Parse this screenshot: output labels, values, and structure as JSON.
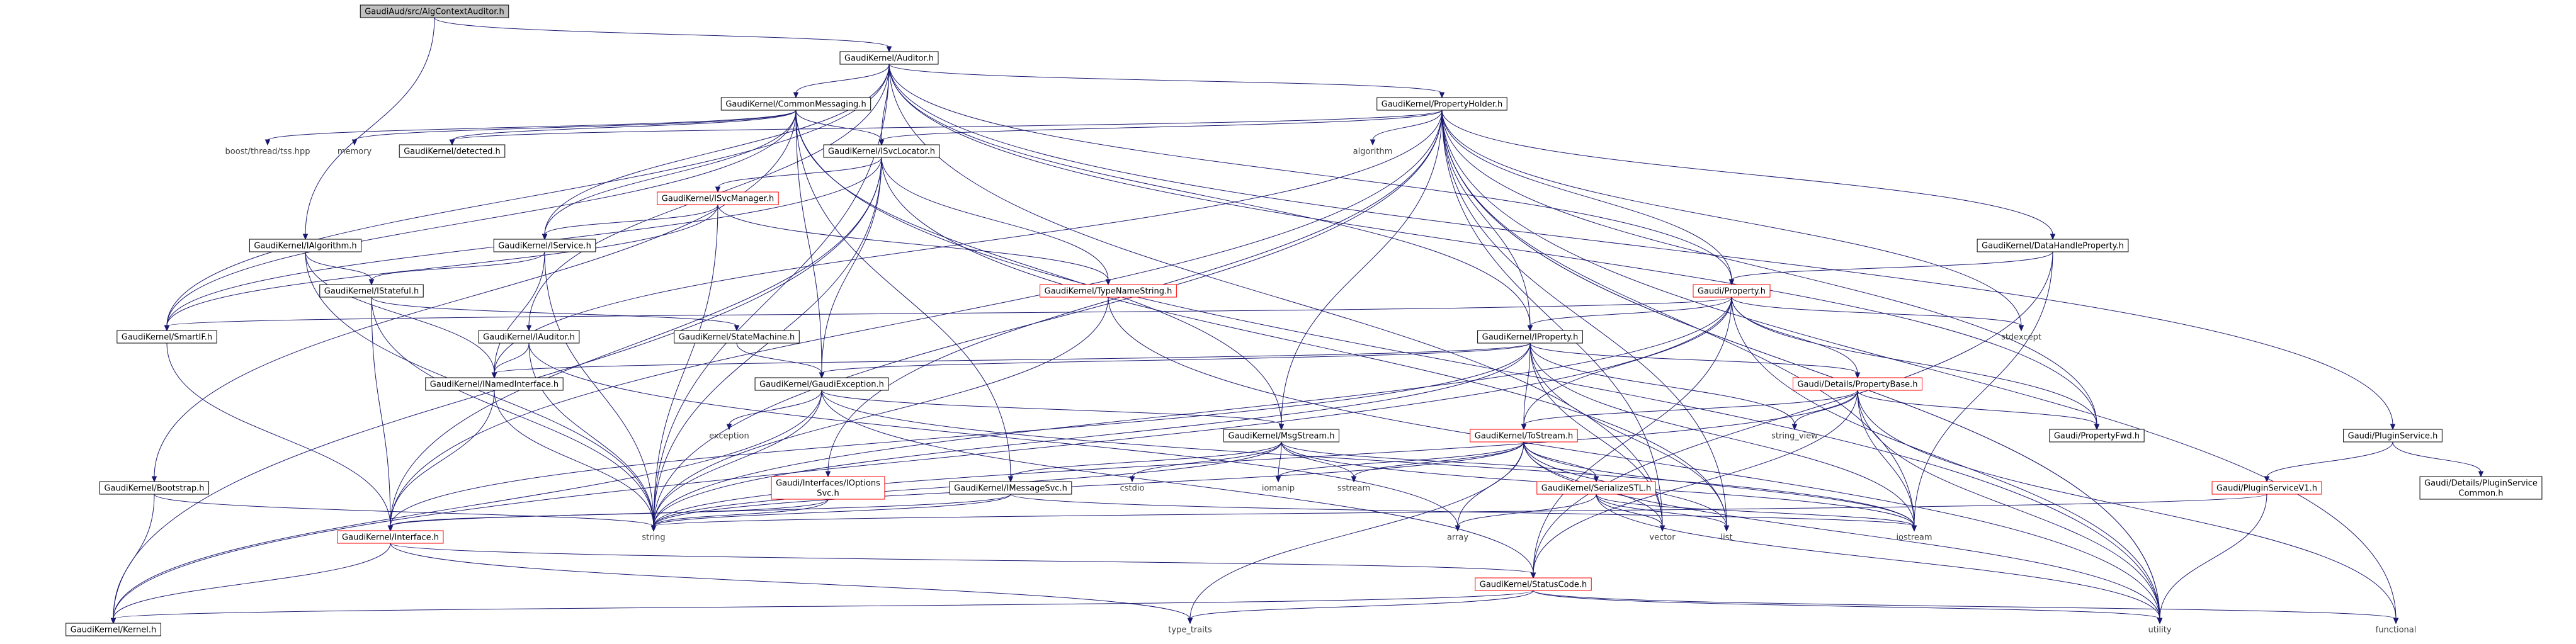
{
  "colors": {
    "edge": "#191970",
    "root_fill": "#bfbfbf",
    "node_border": "#000000",
    "link_border": "#ff0000",
    "external_text": "#404040",
    "text": "#000000",
    "background": "#ffffff"
  },
  "nodes": [
    {
      "id": "root",
      "label": "GaudiAud/src/AlgContextAuditor.h",
      "kind": "root"
    },
    {
      "id": "auditor",
      "label": "GaudiKernel/Auditor.h",
      "kind": "header"
    },
    {
      "id": "commonmsg",
      "label": "GaudiKernel/CommonMessaging.h",
      "kind": "header"
    },
    {
      "id": "propholder",
      "label": "GaudiKernel/PropertyHolder.h",
      "kind": "header"
    },
    {
      "id": "boostthread",
      "label": "boost/thread/tss.hpp",
      "kind": "external"
    },
    {
      "id": "memory",
      "label": "memory",
      "kind": "external"
    },
    {
      "id": "detected",
      "label": "GaudiKernel/detected.h",
      "kind": "header"
    },
    {
      "id": "isvclocator",
      "label": "GaudiKernel/ISvcLocator.h",
      "kind": "header"
    },
    {
      "id": "algorithm",
      "label": "algorithm",
      "kind": "external"
    },
    {
      "id": "isvcmanager",
      "label": "GaudiKernel/ISvcManager.h",
      "kind": "truncated"
    },
    {
      "id": "ialgorithm",
      "label": "GaudiKernel/IAlgorithm.h",
      "kind": "header"
    },
    {
      "id": "iservice",
      "label": "GaudiKernel/IService.h",
      "kind": "header"
    },
    {
      "id": "istateful",
      "label": "GaudiKernel/IStateful.h",
      "kind": "header"
    },
    {
      "id": "datahandleprop",
      "label": "GaudiKernel/DataHandleProperty.h",
      "kind": "header"
    },
    {
      "id": "gaudiprop",
      "label": "Gaudi/Property.h",
      "kind": "truncated"
    },
    {
      "id": "typenamestring",
      "label": "GaudiKernel/TypeNameString.h",
      "kind": "truncated"
    },
    {
      "id": "smartif",
      "label": "GaudiKernel/SmartIF.h",
      "kind": "header"
    },
    {
      "id": "iauditor",
      "label": "GaudiKernel/IAuditor.h",
      "kind": "header"
    },
    {
      "id": "statemachine",
      "label": "GaudiKernel/StateMachine.h",
      "kind": "header"
    },
    {
      "id": "iproperty",
      "label": "GaudiKernel/IProperty.h",
      "kind": "header"
    },
    {
      "id": "stdexcept",
      "label": "stdexcept",
      "kind": "external"
    },
    {
      "id": "inamedinterface",
      "label": "GaudiKernel/INamedInterface.h",
      "kind": "header"
    },
    {
      "id": "gaudiexception",
      "label": "GaudiKernel/GaudiException.h",
      "kind": "header"
    },
    {
      "id": "propertybase",
      "label": "Gaudi/Details/PropertyBase.h",
      "kind": "truncated"
    },
    {
      "id": "pluginservice",
      "label": "Gaudi/PluginService.h",
      "kind": "header"
    },
    {
      "id": "stringview",
      "label": "string_view",
      "kind": "external"
    },
    {
      "id": "propertyfwd",
      "label": "Gaudi/PropertyFwd.h",
      "kind": "header"
    },
    {
      "id": "pluginsvccommon",
      "label": "Gaudi/Details/PluginService\nCommon.h",
      "kind": "header"
    },
    {
      "id": "exception",
      "label": "exception",
      "kind": "external"
    },
    {
      "id": "msgstream",
      "label": "GaudiKernel/MsgStream.h",
      "kind": "header"
    },
    {
      "id": "tostream",
      "label": "GaudiKernel/ToStream.h",
      "kind": "truncated"
    },
    {
      "id": "pluginservicev1",
      "label": "Gaudi/PluginServiceV1.h",
      "kind": "truncated"
    },
    {
      "id": "bootstrap",
      "label": "GaudiKernel/Bootstrap.h",
      "kind": "header"
    },
    {
      "id": "ioptionssvc",
      "label": "Gaudi/Interfaces/IOptions\nSvc.h",
      "kind": "truncated"
    },
    {
      "id": "imessagesvc",
      "label": "GaudiKernel/IMessageSvc.h",
      "kind": "header"
    },
    {
      "id": "cstdio",
      "label": "cstdio",
      "kind": "external"
    },
    {
      "id": "iomanip",
      "label": "iomanip",
      "kind": "external"
    },
    {
      "id": "sstream",
      "label": "sstream",
      "kind": "external"
    },
    {
      "id": "serializestl",
      "label": "GaudiKernel/SerializeSTL.h",
      "kind": "truncated"
    },
    {
      "id": "interface",
      "label": "GaudiKernel/Interface.h",
      "kind": "truncated"
    },
    {
      "id": "string",
      "label": "string",
      "kind": "external"
    },
    {
      "id": "array",
      "label": "array",
      "kind": "external"
    },
    {
      "id": "vector",
      "label": "vector",
      "kind": "external"
    },
    {
      "id": "list",
      "label": "list",
      "kind": "external"
    },
    {
      "id": "iostream",
      "label": "iostream",
      "kind": "external"
    },
    {
      "id": "statuscode",
      "label": "GaudiKernel/StatusCode.h",
      "kind": "truncated"
    },
    {
      "id": "kernel",
      "label": "GaudiKernel/Kernel.h",
      "kind": "header"
    },
    {
      "id": "typetraits",
      "label": "type_traits",
      "kind": "external"
    },
    {
      "id": "utility",
      "label": "utility",
      "kind": "external"
    },
    {
      "id": "functional",
      "label": "functional",
      "kind": "external"
    }
  ],
  "edges": [
    [
      "root",
      "auditor"
    ],
    [
      "root",
      "ialgorithm"
    ],
    [
      "auditor",
      "commonmsg"
    ],
    [
      "auditor",
      "propholder"
    ],
    [
      "auditor",
      "isvclocator"
    ],
    [
      "auditor",
      "iservice"
    ],
    [
      "auditor",
      "iauditor"
    ],
    [
      "auditor",
      "iproperty"
    ],
    [
      "auditor",
      "gaudiprop"
    ],
    [
      "auditor",
      "smartif"
    ],
    [
      "auditor",
      "string"
    ],
    [
      "auditor",
      "vector"
    ],
    [
      "auditor",
      "propertyfwd"
    ],
    [
      "auditor",
      "pluginservice"
    ],
    [
      "commonmsg",
      "boostthread"
    ],
    [
      "commonmsg",
      "memory"
    ],
    [
      "commonmsg",
      "detected"
    ],
    [
      "commonmsg",
      "isvclocator"
    ],
    [
      "commonmsg",
      "iservice"
    ],
    [
      "commonmsg",
      "smartif"
    ],
    [
      "commonmsg",
      "msgstream"
    ],
    [
      "commonmsg",
      "imessagesvc"
    ],
    [
      "commonmsg",
      "gaudiexception"
    ],
    [
      "commonmsg",
      "utility"
    ],
    [
      "propholder",
      "isvclocator"
    ],
    [
      "propholder",
      "detected"
    ],
    [
      "propholder",
      "algorithm"
    ],
    [
      "propholder",
      "datahandleprop"
    ],
    [
      "propholder",
      "gaudiprop"
    ],
    [
      "propholder",
      "iproperty"
    ],
    [
      "propholder",
      "inamedinterface"
    ],
    [
      "propholder",
      "ioptionssvc"
    ],
    [
      "propholder",
      "msgstream"
    ],
    [
      "propholder",
      "stdexcept"
    ],
    [
      "propholder",
      "string"
    ],
    [
      "propholder",
      "vector"
    ],
    [
      "propholder",
      "list"
    ],
    [
      "propholder",
      "iostream"
    ],
    [
      "propholder",
      "utility"
    ],
    [
      "propholder",
      "functional"
    ],
    [
      "propholder",
      "propertyfwd"
    ],
    [
      "propholder",
      "interface"
    ],
    [
      "isvclocator",
      "isvcmanager"
    ],
    [
      "isvclocator",
      "typenamestring"
    ],
    [
      "isvclocator",
      "gaudiexception"
    ],
    [
      "isvclocator",
      "interface"
    ],
    [
      "isvclocator",
      "smartif"
    ],
    [
      "isvclocator",
      "string"
    ],
    [
      "isvclocator",
      "list"
    ],
    [
      "isvclocator",
      "kernel"
    ],
    [
      "isvcmanager",
      "iservice"
    ],
    [
      "isvcmanager",
      "smartif"
    ],
    [
      "isvcmanager",
      "typenamestring"
    ],
    [
      "isvcmanager",
      "string"
    ],
    [
      "ialgorithm",
      "istateful"
    ],
    [
      "ialgorithm",
      "inamedinterface"
    ],
    [
      "ialgorithm",
      "string"
    ],
    [
      "iservice",
      "istateful"
    ],
    [
      "iservice",
      "inamedinterface"
    ],
    [
      "iservice",
      "string"
    ],
    [
      "istateful",
      "statemachine"
    ],
    [
      "istateful",
      "interface"
    ],
    [
      "istateful",
      "string"
    ],
    [
      "datahandleprop",
      "gaudiprop"
    ],
    [
      "datahandleprop",
      "iostream"
    ],
    [
      "datahandleprop",
      "statuscode"
    ],
    [
      "gaudiprop",
      "propertybase"
    ],
    [
      "gaudiprop",
      "tostream"
    ],
    [
      "gaudiprop",
      "iproperty"
    ],
    [
      "gaudiprop",
      "smartif"
    ],
    [
      "gaudiprop",
      "stdexcept"
    ],
    [
      "gaudiprop",
      "string_view"
    ],
    [
      "gaudiprop",
      "propertyfwd"
    ],
    [
      "gaudiprop",
      "string"
    ],
    [
      "gaudiprop",
      "utility"
    ],
    [
      "gaudiprop",
      "kernel"
    ],
    [
      "gaudiprop",
      "statuscode"
    ],
    [
      "typenamestring",
      "string"
    ],
    [
      "typenamestring",
      "utility"
    ],
    [
      "smartif",
      "interface"
    ],
    [
      "iauditor",
      "inamedinterface"
    ],
    [
      "iauditor",
      "string"
    ],
    [
      "iauditor",
      "array"
    ],
    [
      "statemachine",
      "gaudiexception"
    ],
    [
      "iproperty",
      "inamedinterface"
    ],
    [
      "iproperty",
      "gaudiexception"
    ],
    [
      "iproperty",
      "propertybase"
    ],
    [
      "iproperty",
      "tostream"
    ],
    [
      "iproperty",
      "interface"
    ],
    [
      "iproperty",
      "stringview"
    ],
    [
      "iproperty",
      "string"
    ],
    [
      "iproperty",
      "vector"
    ],
    [
      "iproperty",
      "list"
    ],
    [
      "iproperty",
      "iostream"
    ],
    [
      "inamedinterface",
      "interface"
    ],
    [
      "inamedinterface",
      "string"
    ],
    [
      "gaudiexception",
      "exception"
    ],
    [
      "gaudiexception",
      "msgstream"
    ],
    [
      "gaudiexception",
      "string"
    ],
    [
      "gaudiexception",
      "iostream"
    ],
    [
      "gaudiexception",
      "kernel"
    ],
    [
      "gaudiexception",
      "statuscode"
    ],
    [
      "propertybase",
      "stringview"
    ],
    [
      "propertybase",
      "propertyfwd"
    ],
    [
      "propertybase",
      "tostream"
    ],
    [
      "propertybase",
      "string"
    ],
    [
      "propertybase",
      "iostream"
    ],
    [
      "propertybase",
      "utility"
    ],
    [
      "propertybase",
      "functional"
    ],
    [
      "propertybase",
      "statuscode"
    ],
    [
      "pluginservice",
      "pluginsvccommon"
    ],
    [
      "pluginservice",
      "pluginservicev1"
    ],
    [
      "msgstream",
      "imessagesvc"
    ],
    [
      "msgstream",
      "serializestl"
    ],
    [
      "msgstream",
      "cstdio"
    ],
    [
      "msgstream",
      "iomanip"
    ],
    [
      "msgstream",
      "sstream"
    ],
    [
      "msgstream",
      "string"
    ],
    [
      "msgstream",
      "iostream"
    ],
    [
      "tostream",
      "serializestl"
    ],
    [
      "tostream",
      "iomanip"
    ],
    [
      "tostream",
      "sstream"
    ],
    [
      "tostream",
      "array"
    ],
    [
      "tostream",
      "vector"
    ],
    [
      "tostream",
      "list"
    ],
    [
      "tostream",
      "string"
    ],
    [
      "tostream",
      "typetraits"
    ],
    [
      "tostream",
      "utility"
    ],
    [
      "tostream",
      "iostream"
    ],
    [
      "pluginservicev1",
      "string"
    ],
    [
      "pluginservicev1",
      "utility"
    ],
    [
      "bootstrap",
      "kernel"
    ],
    [
      "bootstrap",
      "string"
    ],
    [
      "ioptionssvc",
      "interface"
    ],
    [
      "ioptionssvc",
      "string"
    ],
    [
      "imessagesvc",
      "interface"
    ],
    [
      "imessagesvc",
      "string"
    ],
    [
      "imessagesvc",
      "iostream"
    ],
    [
      "serializestl",
      "array"
    ],
    [
      "serializestl",
      "vector"
    ],
    [
      "serializestl",
      "list"
    ],
    [
      "serializestl",
      "iostream"
    ],
    [
      "serializestl",
      "utility"
    ],
    [
      "interface",
      "statuscode"
    ],
    [
      "interface",
      "kernel"
    ],
    [
      "interface",
      "typetraits"
    ],
    [
      "statuscode",
      "kernel"
    ],
    [
      "statuscode",
      "typetraits"
    ],
    [
      "statuscode",
      "utility"
    ],
    [
      "statuscode",
      "functional"
    ],
    [
      "propholder",
      "utility"
    ],
    [
      "commonmsg",
      "bootstrap"
    ]
  ]
}
